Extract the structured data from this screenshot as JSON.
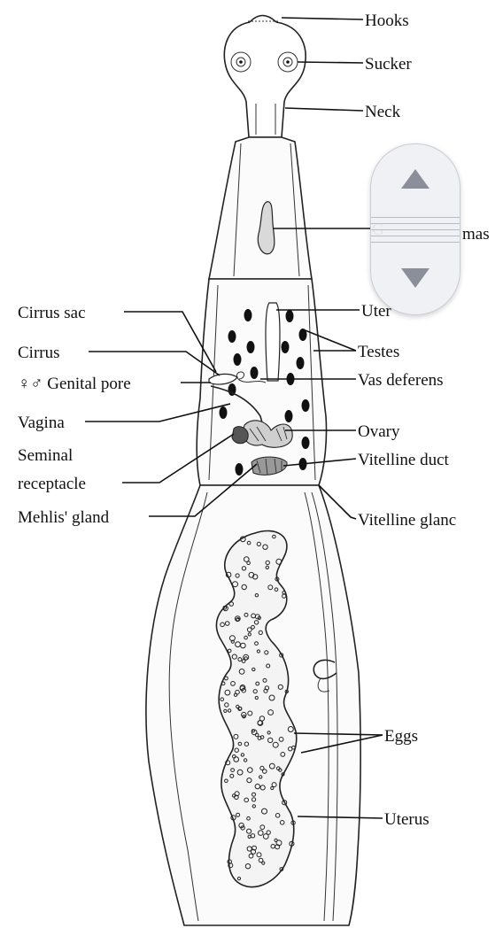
{
  "labels": {
    "hooks": "Hooks",
    "sucker": "Sucker",
    "neck": "Neck",
    "germinal_mass_partial_left": "G",
    "germinal_mass_partial_right": "mas",
    "uterus_top_partial": "Uter",
    "testes": "Testes",
    "vas_deferens": "Vas deferens",
    "ovary": "Ovary",
    "vitelline_duct": "Vitelline duct",
    "vitelline_gland": "Vitelline glanc",
    "eggs": "Eggs",
    "uterus_bottom": "Uterus",
    "cirrus_sac": "Cirrus sac",
    "cirrus": "Cirrus",
    "genital_pore": "♀♂ Genital pore",
    "vagina": "Vagina",
    "seminal_receptacle_line1": "Seminal",
    "seminal_receptacle_line2": "receptacle",
    "mehlis_gland": "Mehlis' gland"
  },
  "scroll_control": {
    "up_icon": "triangle-up-icon",
    "down_icon": "triangle-down-icon",
    "color": "#8a8f99"
  }
}
